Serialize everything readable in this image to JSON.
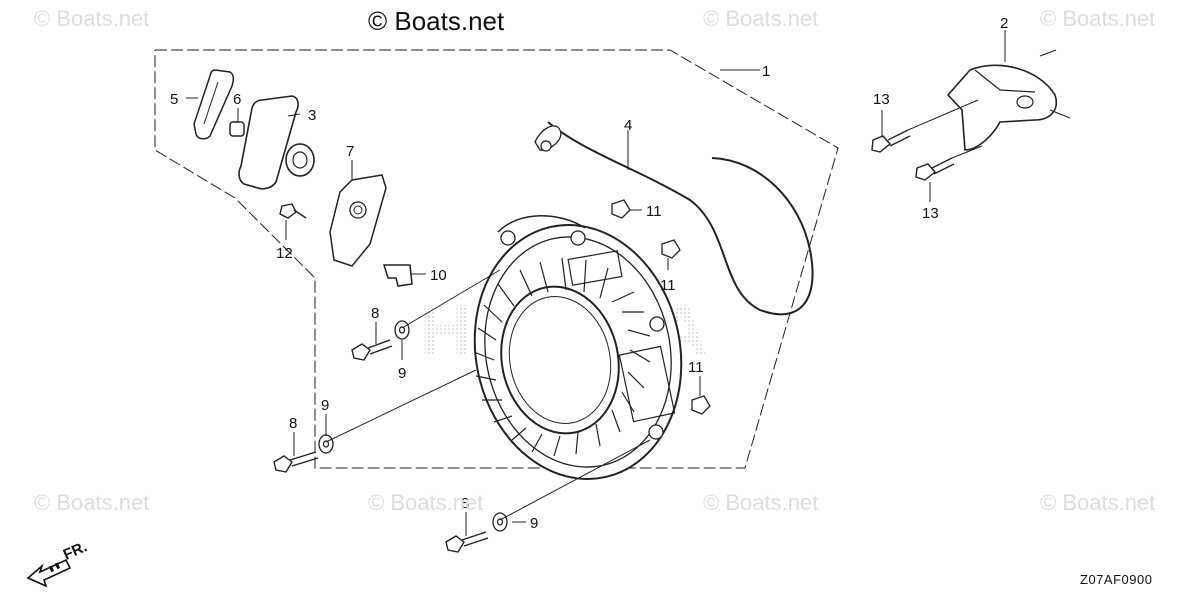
{
  "copyright": "© Boats.net",
  "watermark": "© Boats.net",
  "diagram_code": "Z07AF0900",
  "direction_label": "FR.",
  "brand_watermark": "HONDA",
  "callouts": [
    "1",
    "2",
    "3",
    "4",
    "5",
    "6",
    "7",
    "8",
    "8",
    "8",
    "9",
    "9",
    "9",
    "10",
    "11",
    "11",
    "11",
    "12",
    "13",
    "13"
  ]
}
